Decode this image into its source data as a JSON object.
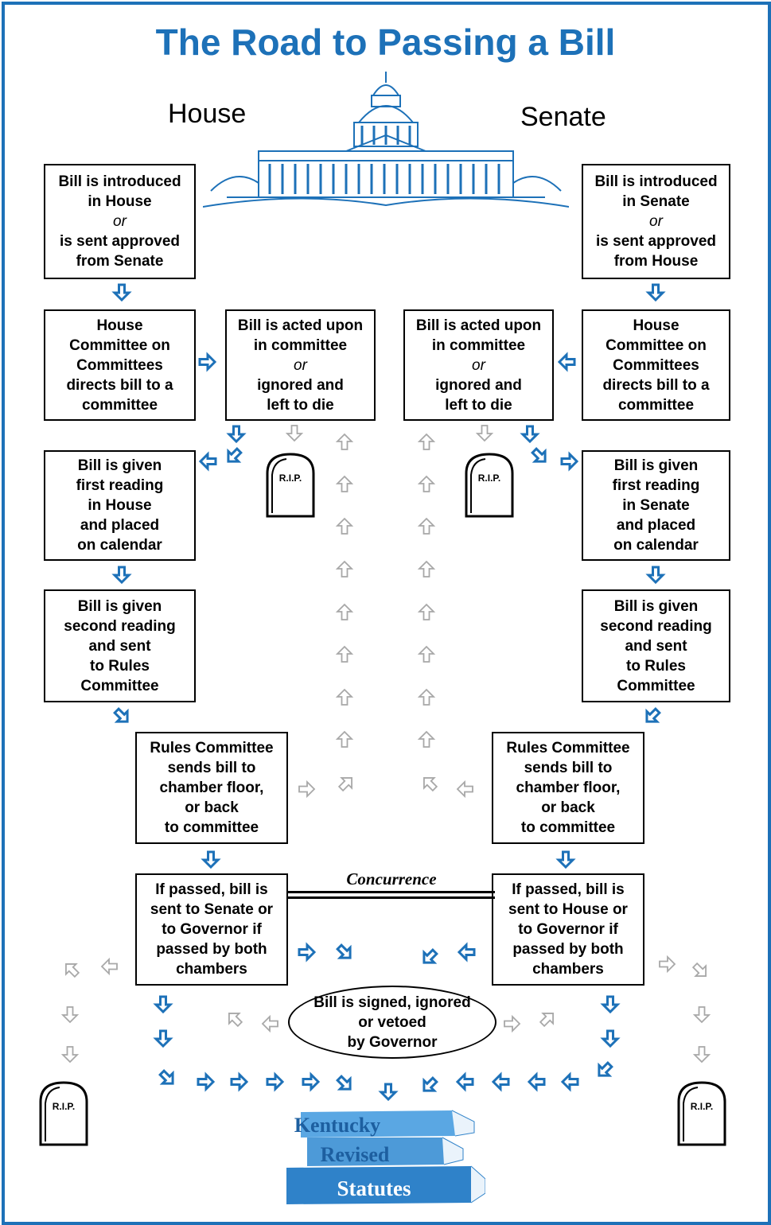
{
  "title": "The Road to Passing a Bill",
  "labels": {
    "house": "House",
    "senate": "Senate",
    "concurrence": "Concurrence"
  },
  "colors": {
    "accent": "#1d71b8",
    "faded_arrow": "#a8a8a8",
    "book": "#3f8fd0"
  },
  "icons": {
    "flow_arrow": "arrow-icon",
    "grave": "tombstone-icon",
    "building": "capitol-building-icon",
    "books": "books-icon"
  },
  "tombstone_text": "R.I.P.",
  "books": [
    "Kentucky",
    "Revised",
    "Statutes"
  ],
  "house": {
    "introduced": [
      "Bill is introduced",
      "in House",
      "or",
      "is sent approved",
      "from Senate"
    ],
    "committee_on_committees": [
      "House",
      "Committee on",
      "Committees",
      "directs bill to a",
      "committee"
    ],
    "acted_upon": [
      "Bill is acted upon",
      "in committee",
      "or",
      "ignored and",
      "left to die"
    ],
    "first_reading": [
      "Bill is given",
      "first reading",
      "in House",
      "and placed",
      "on calendar"
    ],
    "second_reading": [
      "Bill is given",
      "second reading",
      "and sent",
      "to Rules",
      "Committee"
    ],
    "rules": [
      "Rules Committee",
      "sends bill to",
      "chamber floor,",
      "or  back",
      "to committee"
    ],
    "passed": [
      "If passed, bill is",
      "sent to Senate or",
      "to Governor if",
      "passed by both",
      "chambers"
    ]
  },
  "senate": {
    "introduced": [
      "Bill is introduced",
      "in Senate",
      "or",
      "is sent approved",
      "from House"
    ],
    "committee_on_committees": [
      "House",
      "Committee on",
      "Committees",
      "directs bill to a",
      "committee"
    ],
    "acted_upon": [
      "Bill is acted upon",
      "in committee",
      "or",
      "ignored and",
      "left to die"
    ],
    "first_reading": [
      "Bill is given",
      "first reading",
      "in Senate",
      "and placed",
      "on calendar"
    ],
    "second_reading": [
      "Bill is given",
      "second reading",
      "and sent",
      "to Rules",
      "Committee"
    ],
    "rules": [
      "Rules Committee",
      "sends bill to",
      "chamber floor,",
      "or  back",
      "to committee"
    ],
    "passed": [
      "If passed, bill is",
      "sent to House or",
      "to Governor if",
      "passed by both",
      "chambers"
    ]
  },
  "governor": [
    "Bill is signed, ignored",
    "or vetoed",
    "by Governor"
  ]
}
